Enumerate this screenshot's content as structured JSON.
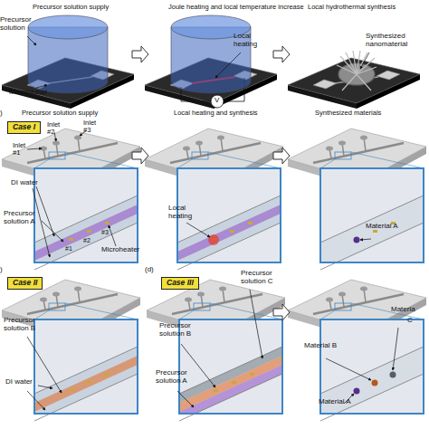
{
  "diagram": {
    "nodes": [
      {
        "text": [
          "Case I"
        ]
      },
      {
        "text": [
          "Case II"
        ]
      },
      {
        "text": [
          "Case III"
        ]
      }
    ],
    "labels": [
      "Precursor solution supply",
      "Joule heating and local temperature increase",
      "Local hydrothermal synthesis",
      "Precursor solution",
      "Microheater",
      "Local heating",
      "V",
      "Synthesized nanomaterial",
      ")",
      "Precursor solution supply",
      "Local heating and synthesis",
      "Synthesized materials",
      "Inlet #1",
      "Inlet #2",
      "Inlet #3",
      "DI water",
      "Precursor solution A",
      "#1",
      "#2",
      "#3",
      "Microheater",
      "Local heating",
      "Material A",
      ")",
      "Precursor solution B",
      "DI water",
      "(d)",
      "Precursor solution C",
      "Precursor solution B",
      "Precursor solution A",
      "Material B",
      "Material A",
      "Materia",
      "C"
    ]
  }
}
